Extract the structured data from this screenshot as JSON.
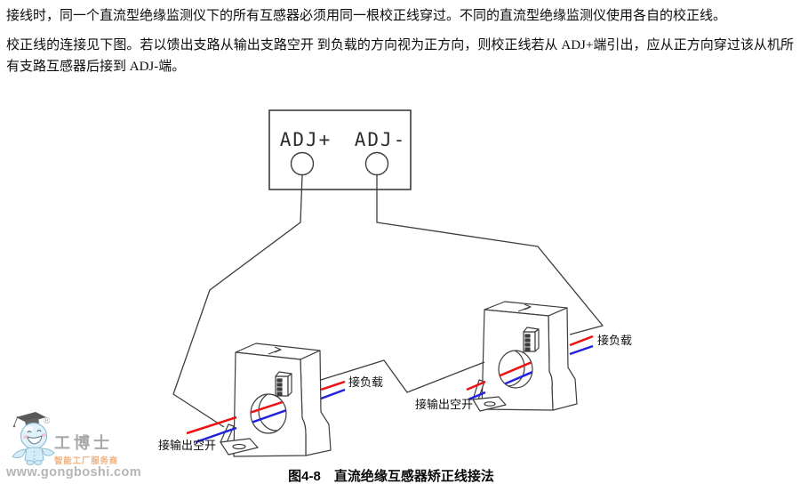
{
  "document": {
    "paragraphs": [
      "接线时，同一个直流型绝缘监测仪下的所有互感器必须用同一根校正线穿过。不同的直流型绝缘监测仪使用各自的校正线。",
      "校正线的连接见下图。若以馈出支路从输出支路空开 到负载的方向视为正方向，则校正线若从 ADJ+端引出，应从正方向穿过该从机所有支路互感器后接到 ADJ-端。"
    ],
    "figure_caption": "图4-8　直流绝缘互感器矫正线接法"
  },
  "diagram": {
    "monitor": {
      "adj_plus": "ADJ+",
      "adj_minus": "ADJ-"
    },
    "transformer_left": {
      "load_label": "接负载",
      "breaker_label": "接输出空开"
    },
    "transformer_right": {
      "load_label": "接负载",
      "breaker_label": "接输出空开"
    },
    "colors": {
      "positive_wire": "#ee1111",
      "negative_wire": "#2222dd",
      "correction_wire": "#3d3d3d",
      "outline": "#3d3d3d"
    }
  },
  "watermark": {
    "registered": "®",
    "brand": "工博士",
    "tagline": "智能工厂服务商",
    "url": "www.gongboshi.com"
  }
}
